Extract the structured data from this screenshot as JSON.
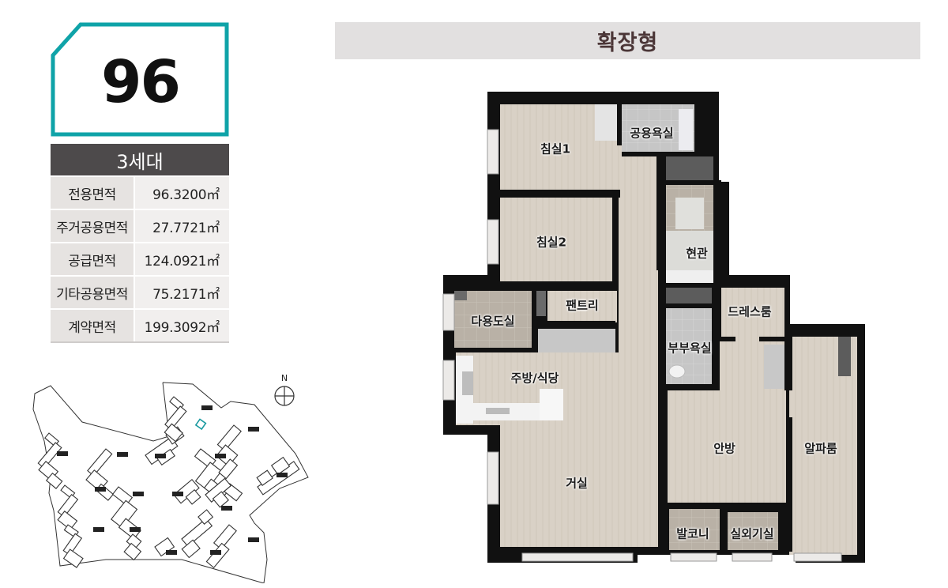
{
  "unit": {
    "type_number": "96",
    "accent_color": "#0fa3a8"
  },
  "area_table": {
    "header": "3세대",
    "rows": [
      {
        "label": "전용면적",
        "value": "96.3200㎡"
      },
      {
        "label": "주거공용면적",
        "value": "27.7721㎡"
      },
      {
        "label": "공급면적",
        "value": "124.0921㎡"
      },
      {
        "label": "기타공용면적",
        "value": "75.2171㎡"
      },
      {
        "label": "계약면적",
        "value": "199.3092㎡"
      }
    ]
  },
  "site_map": {
    "compass_label": "N",
    "highlight_color": "#1a9aa0"
  },
  "plan": {
    "title": "확장형",
    "rooms": {
      "bedroom1": "침실1",
      "common_bath": "공용욕실",
      "bedroom2": "침실2",
      "entrance": "현관",
      "pantry": "팬트리",
      "utility": "다용도실",
      "dress_room": "드레스룸",
      "master_bath": "부부욕실",
      "kitchen": "주방/식당",
      "living": "거실",
      "master_bedroom": "안방",
      "alpha_room": "알파룸",
      "balcony": "발코니",
      "outdoor_unit": "실외기실"
    }
  }
}
